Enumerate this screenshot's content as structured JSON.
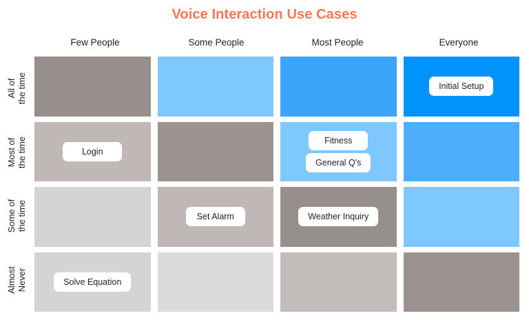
{
  "chart_data": {
    "type": "heatmap",
    "title": "Voice Interaction Use Cases",
    "xlabel": "",
    "ylabel": "",
    "grid": false,
    "legend": "none",
    "title_color": "#fb7556",
    "categories": [
      "Few People",
      "Some People",
      "Most People",
      "Everyone"
    ],
    "rows": [
      "All of\nthe time",
      "Most of\nthe time",
      "Some of\nthe time",
      "Almost\nNever"
    ],
    "palette": {
      "grey_darkest": "#978f8b",
      "grey_dark": "#9a938f",
      "grey_mid": "#bfb8b6",
      "grey_light": "#d5d4d4",
      "grey_lightest": "#dbdbdb",
      "blue_darkest": "#0093fb",
      "blue_strong": "#3ba5fb",
      "blue_mid": "#4caefc",
      "blue_light": "#7ec8ff",
      "pill_bg": "#ffffff",
      "text": "#231f20"
    },
    "cells": [
      [
        {
          "color": "#978f8b",
          "value": 3,
          "label": ""
        },
        {
          "color": "#7ec8ff",
          "value": 3,
          "label": ""
        },
        {
          "color": "#3ba5fb",
          "value": 4,
          "label": ""
        },
        {
          "color": "#0093fb",
          "value": 5,
          "label": "Initial Setup"
        }
      ],
      [
        {
          "color": "#bfb8b6",
          "value": 2,
          "label": "Login"
        },
        {
          "color": "#9a938f",
          "value": 3,
          "label": ""
        },
        {
          "color": "#7ec8ff",
          "value": 4,
          "label": "Fitness|General Q's"
        },
        {
          "color": "#4caefc",
          "value": 4,
          "label": ""
        }
      ],
      [
        {
          "color": "#d5d4d4",
          "value": 1,
          "label": ""
        },
        {
          "color": "#bfb8b6",
          "value": 2,
          "label": "Set Alarm"
        },
        {
          "color": "#978f8b",
          "value": 3,
          "label": "Weather Inquiry"
        },
        {
          "color": "#7ec8ff",
          "value": 3,
          "label": ""
        }
      ],
      [
        {
          "color": "#d5d4d4",
          "value": 1,
          "label": "Solve Equation"
        },
        {
          "color": "#dbdbdb",
          "value": 1,
          "label": ""
        },
        {
          "color": "#c2bdbb",
          "value": 2,
          "label": ""
        },
        {
          "color": "#9a938f",
          "value": 3,
          "label": ""
        }
      ]
    ]
  },
  "header": {
    "title": "Voice Interaction Use Cases"
  },
  "columns": [
    {
      "label": "Few People"
    },
    {
      "label": "Some People"
    },
    {
      "label": "Most People"
    },
    {
      "label": "Everyone"
    }
  ],
  "rows": [
    {
      "line1": "All of",
      "line2": "the time"
    },
    {
      "line1": "Most of",
      "line2": "the time"
    },
    {
      "line1": "Some of",
      "line2": "the time"
    },
    {
      "line1": "Almost",
      "line2": "Never"
    }
  ],
  "labels": {
    "initial_setup": "Initial Setup",
    "login": "Login",
    "fitness": "Fitness",
    "general_qs": "General Q's",
    "set_alarm": "Set Alarm",
    "weather_inquiry": "Weather Inquiry",
    "solve_equation": "Solve Equation"
  }
}
